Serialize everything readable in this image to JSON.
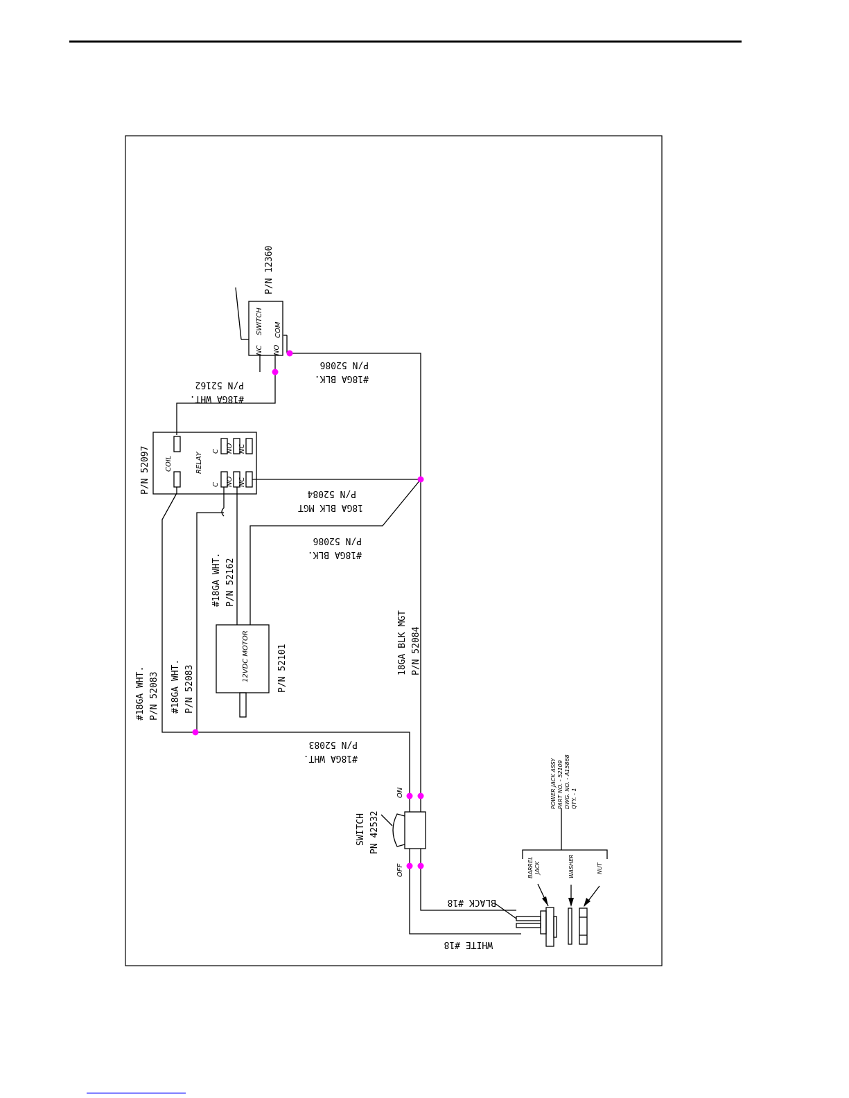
{
  "labels": {
    "switch_pn": "P/N 12360",
    "switch_name": "SWITCH",
    "nc": "NC",
    "no": "NO",
    "com": "COM",
    "wire_top_name": "#18GA WHT.",
    "wire_top_pn": "P/N 52162",
    "wire_blk_top_name": "#18GA BLK.",
    "wire_blk_top_pn": "P/N 52086",
    "relay_pn": "P/N 52097",
    "coil": "COIL",
    "relay": "RELAY",
    "relay_c1": "C",
    "relay_no1": "NO",
    "relay_nc1": "NC",
    "relay_c2": "C",
    "relay_no2": "NO",
    "relay_nc2": "NC",
    "mgt_name": "18GA BLK MGT",
    "mgt_pn": "P/N 52084",
    "blk_mid_name": "#18GA BLK.",
    "blk_mid_pn": "P/N 52086",
    "motor_wht_name": "#18GA WHT.",
    "motor_wht_pn": "P/N 52162",
    "motor": "12VDC MOTOR",
    "motor_pn": "P/N 52101",
    "wht1_name": "#18GA WHT.",
    "wht1_pn": "P/N 52083",
    "wht2_name": "#18GA WHT.",
    "wht2_pn": "P/N 52083",
    "mgt2_name": "18GA BLK MGT",
    "mgt2_pn": "P/N 52084",
    "wht_low_name": "#18GA WHT.",
    "wht_low_pn": "P/N 52083",
    "on": "ON",
    "off": "OFF",
    "sw_name": "SWITCH",
    "sw_pn": "PN 42532",
    "black": "BLACK #18",
    "white": "WHITE #18",
    "assy1": "POWER JACK ASSY",
    "assy2": "PART NO. - 52109",
    "assy3": "DWG. NO. - A15868",
    "assy4": "QTY. - 1",
    "barrel1": "BARREL",
    "barrel2": "JACK",
    "washer": "WASHER",
    "nut": "NUT"
  }
}
